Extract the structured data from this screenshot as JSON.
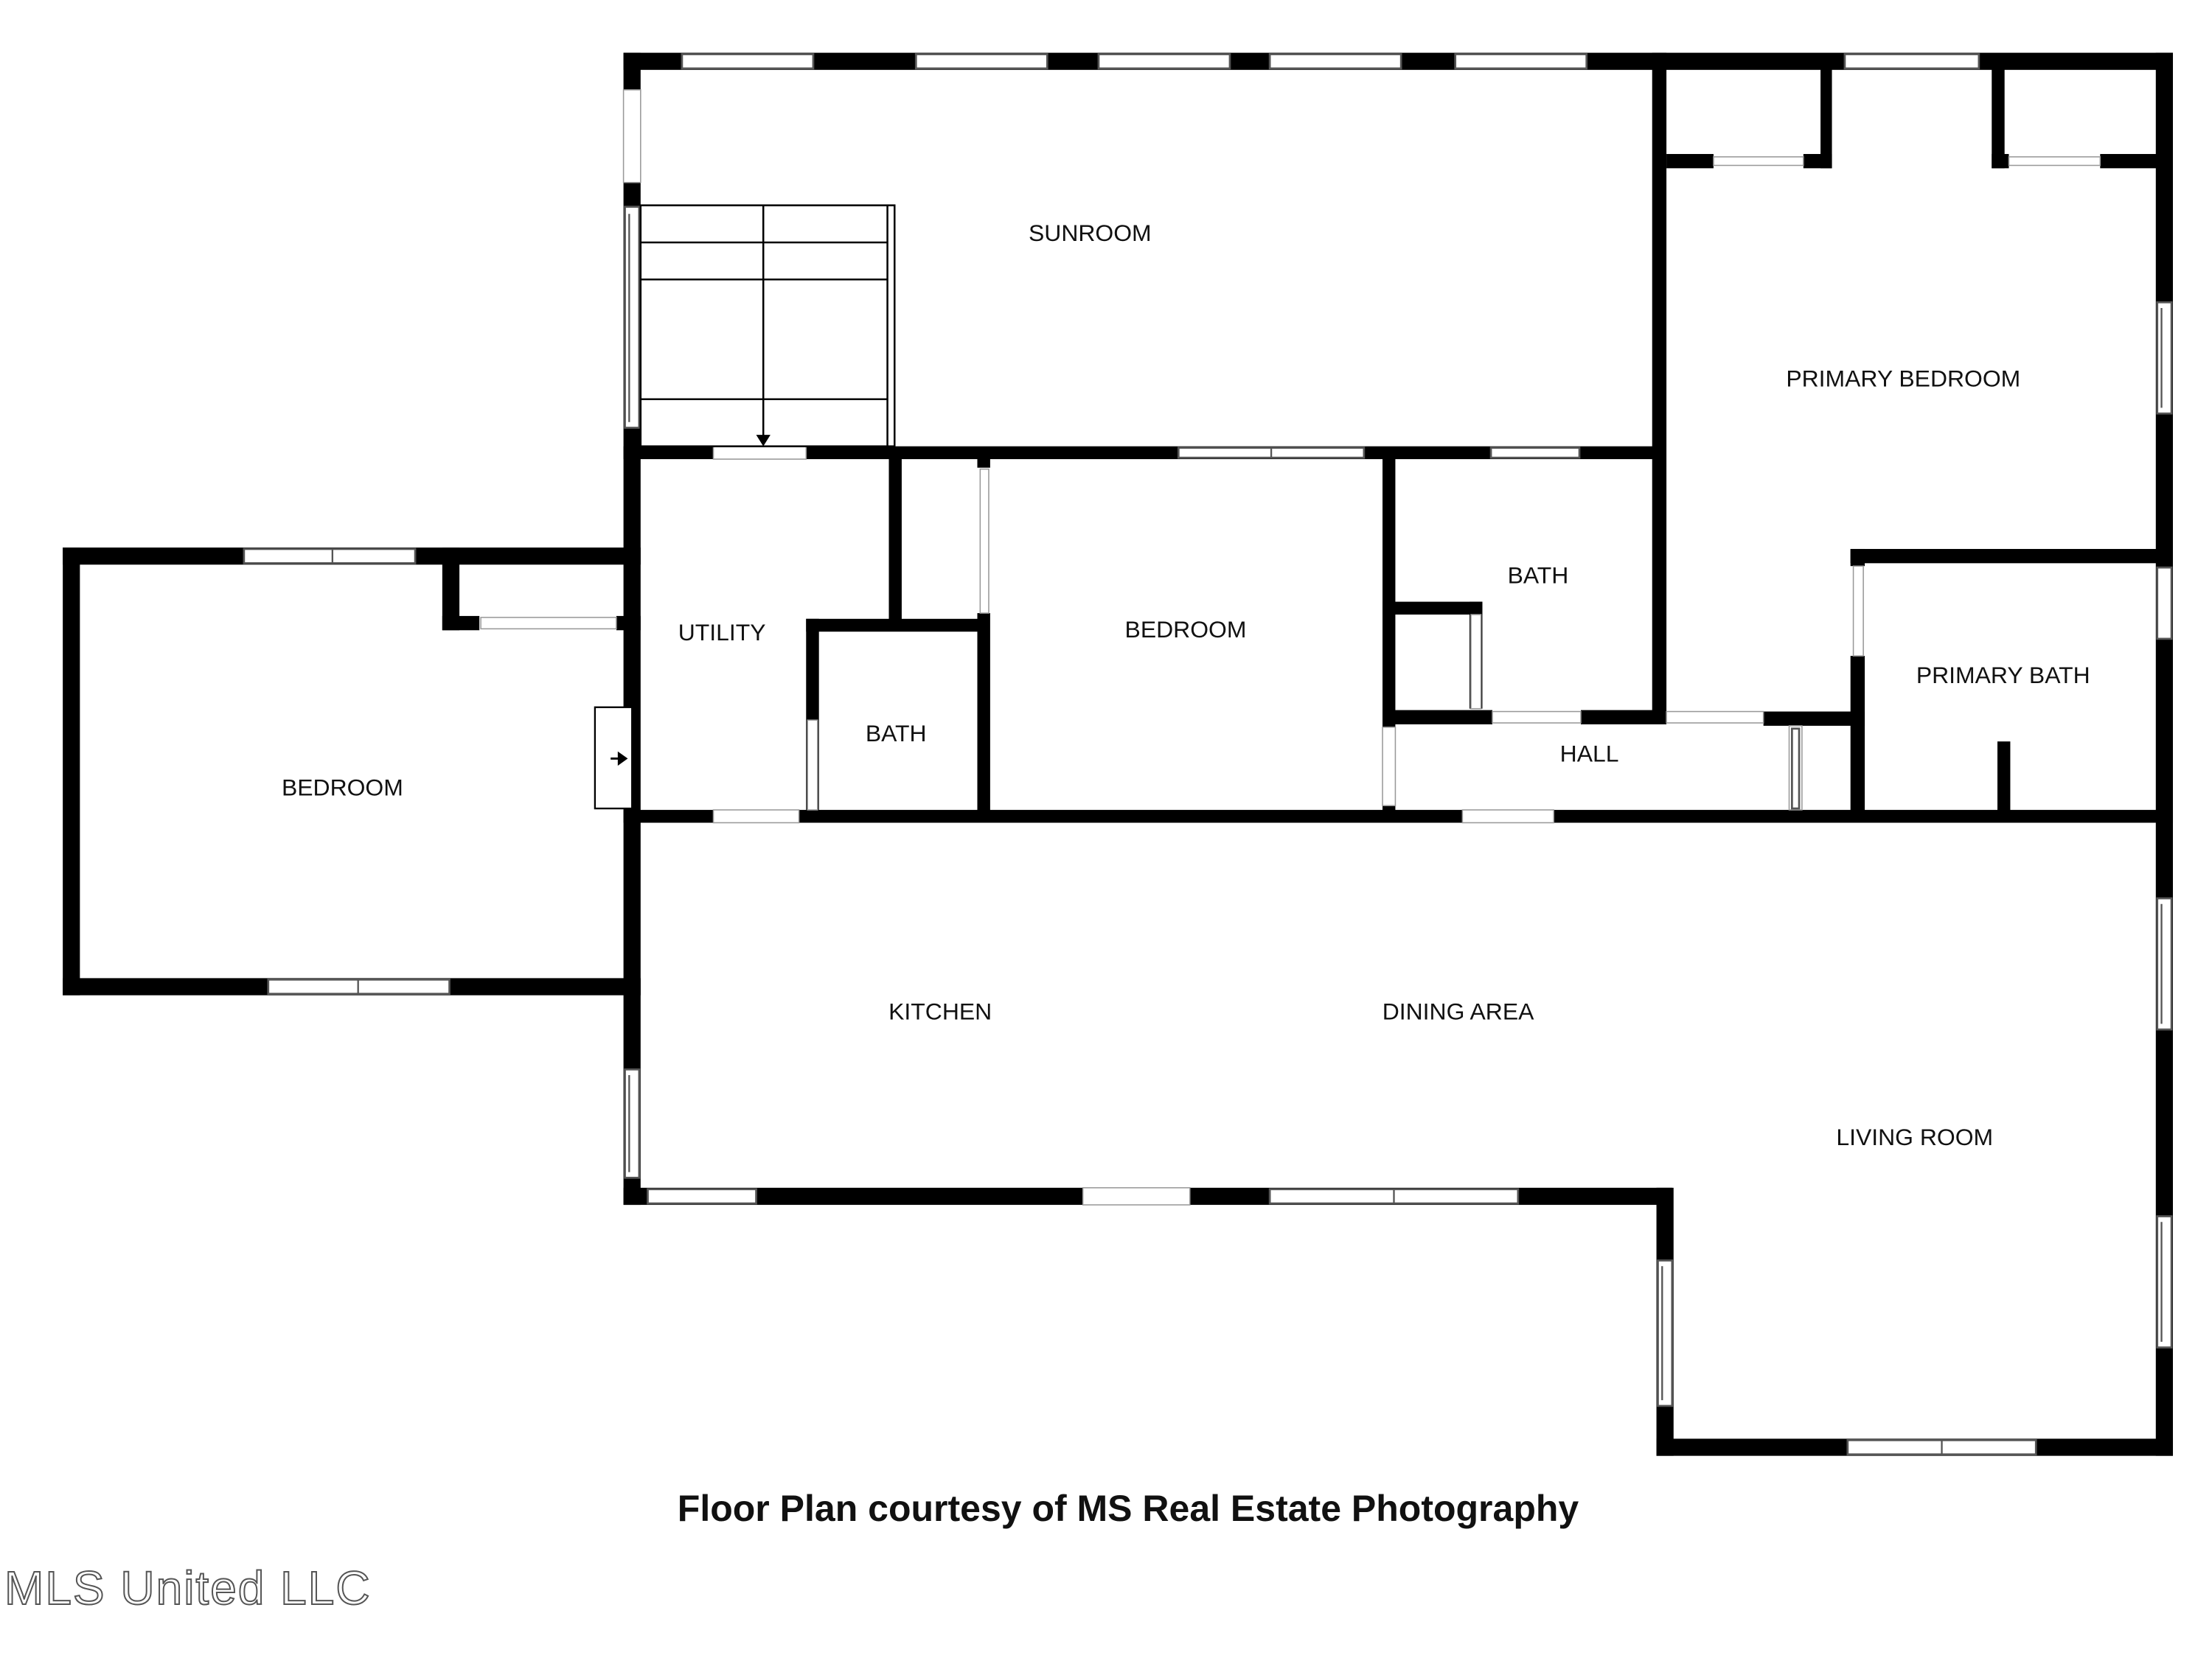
{
  "rooms": {
    "sunroom": "SUNROOM",
    "primary_bedroom": "PRIMARY BEDROOM",
    "bedroom_left": "BEDROOM",
    "utility": "UTILITY",
    "bath_small": "BATH",
    "bedroom_center": "BEDROOM",
    "bath_center": "BATH",
    "hall": "HALL",
    "primary_bath": "PRIMARY BATH",
    "kitchen": "KITCHEN",
    "dining_area": "DINING AREA",
    "living_room": "LIVING ROOM"
  },
  "caption": "Floor Plan courtesy of MS Real Estate Photography",
  "watermark": "MLS United LLC",
  "colors": {
    "wall": "#000000",
    "background": "#ffffff",
    "window_frame": "#555555"
  }
}
